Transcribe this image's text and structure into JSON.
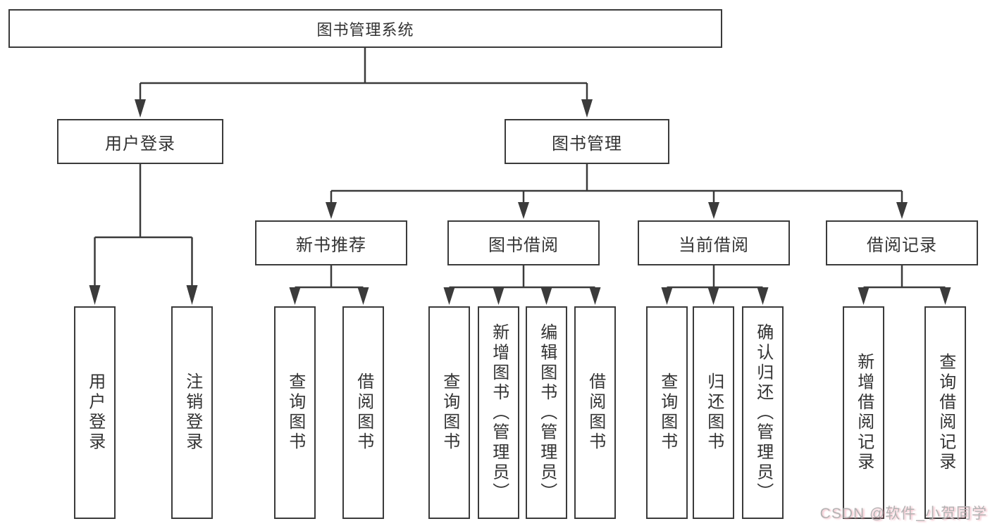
{
  "title": "图书管理系统",
  "tree": {
    "label": "图书管理系统",
    "children": [
      {
        "label": "用户登录",
        "children": [
          {
            "label": "用户登录"
          },
          {
            "label": "注销登录"
          }
        ]
      },
      {
        "label": "图书管理",
        "children": [
          {
            "label": "新书推荐",
            "children": [
              {
                "label": "查询图书"
              },
              {
                "label": "借阅图书"
              }
            ]
          },
          {
            "label": "图书借阅",
            "children": [
              {
                "label": "查询图书"
              },
              {
                "label": "新增图书（管理员）"
              },
              {
                "label": "编辑图书（管理员）"
              },
              {
                "label": "借阅图书"
              }
            ]
          },
          {
            "label": "当前借阅",
            "children": [
              {
                "label": "查询图书"
              },
              {
                "label": "归还图书"
              },
              {
                "label": "确认归还（管理员）"
              }
            ]
          },
          {
            "label": "借阅记录",
            "children": [
              {
                "label": "新增借阅记录"
              },
              {
                "label": "查询借阅记录"
              }
            ]
          }
        ]
      }
    ]
  },
  "watermark": {
    "text": "CSDN @软件_小贺同学"
  },
  "colors": {
    "line": "#3b3b3b",
    "box_border": "#3b3b3b",
    "text": "#333333",
    "background": "#ffffff",
    "watermark_gray": "#b3b3b3",
    "watermark_pink": "#eb8296"
  }
}
